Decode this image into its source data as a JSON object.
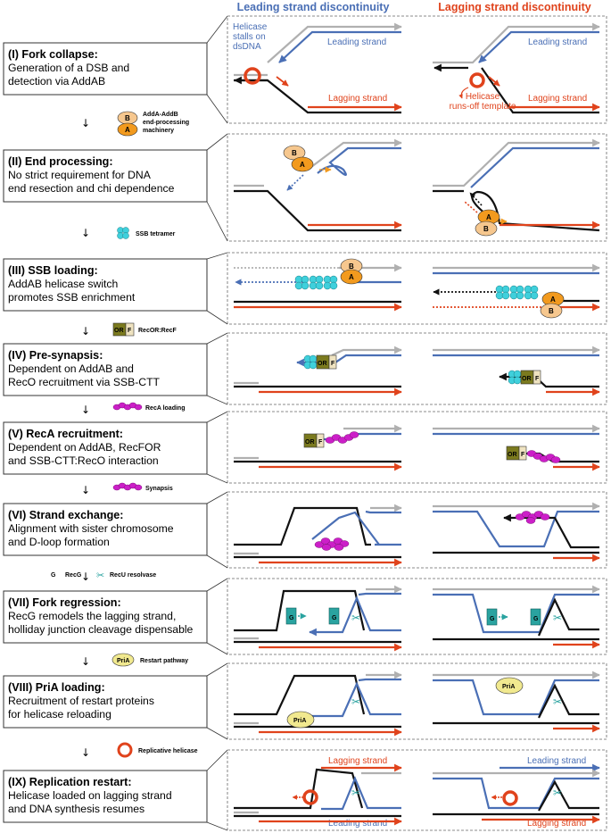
{
  "columns": {
    "left": "Leading strand discontinuity",
    "right": "Lagging strand discontinuity"
  },
  "colors": {
    "leading": "#4a6fb5",
    "lagging": "#e0431c",
    "parental_gray": "#b0b0b0",
    "black": "#111111",
    "addab_light": "#f6c78e",
    "addab_dark": "#f29a1e",
    "ssb": "#3fd0dc",
    "reca": "#cc1fc8",
    "recor": "#7b7a1e",
    "recg": "#2aa3a0",
    "pria": "#f1e98f"
  },
  "stages": [
    {
      "title": "(I) Fork collapse:",
      "desc": [
        "Generation of a DSB and",
        "detection via AddAB"
      ]
    },
    {
      "title": "(II) End processing:",
      "desc": [
        "No strict requirement for DNA",
        "end resection and chi dependence"
      ]
    },
    {
      "title": "(III) SSB loading:",
      "desc": [
        "AddAB helicase switch",
        "promotes SSB enrichment"
      ]
    },
    {
      "title": "(IV) Pre-synapsis:",
      "desc": [
        "Dependent on AddAB and",
        "RecO recruitment via SSB-CTT"
      ]
    },
    {
      "title": "(V) RecA recruitment:",
      "desc": [
        "Dependent on AddAB, RecFOR",
        "and SSB-CTT:RecO interaction"
      ]
    },
    {
      "title": "(VI) Strand exchange:",
      "desc": [
        "Alignment with sister chromosome",
        "and D-loop formation"
      ]
    },
    {
      "title": "(VII) Fork regression:",
      "desc": [
        "RecG remodels the lagging strand,",
        "holliday junction cleavage dispensable"
      ]
    },
    {
      "title": "(VIII) PriA loading:",
      "desc": [
        "Recruitment of restart proteins",
        "for helicase reloading"
      ]
    },
    {
      "title": "(IX) Replication restart:",
      "desc": [
        "Helicase loaded on lagging strand",
        "and DNA synthesis resumes"
      ]
    }
  ],
  "transitions": {
    "t1": {
      "label": "AddA-AddB end-processing machinery",
      "line1": "AddA-AddB",
      "line2": "end-processing",
      "line3": "machinery"
    },
    "t2": {
      "label": "SSB tetramer"
    },
    "t3": {
      "label": "RecOR:RecF"
    },
    "t4": {
      "label": "RecA loading"
    },
    "t5": {
      "label": "Synapsis"
    },
    "t6": {
      "label": "RecG",
      "label2": "RecU resolvase"
    },
    "t7": {
      "label": "Restart pathway"
    },
    "t8": {
      "label": "Replicative helicase"
    }
  },
  "annotations": {
    "leading_strand": "Leading strand",
    "lagging_strand": "Lagging strand",
    "helicase_stalls": [
      "Helicase",
      "stalls on",
      "dsDNA"
    ],
    "helicase_runs_off": [
      "Helicase",
      "runs-off template"
    ]
  },
  "protein_letters": {
    "addB": "B",
    "addA": "A",
    "recO": "OR",
    "recF": "F",
    "recG": "G",
    "priA": "PriA"
  }
}
